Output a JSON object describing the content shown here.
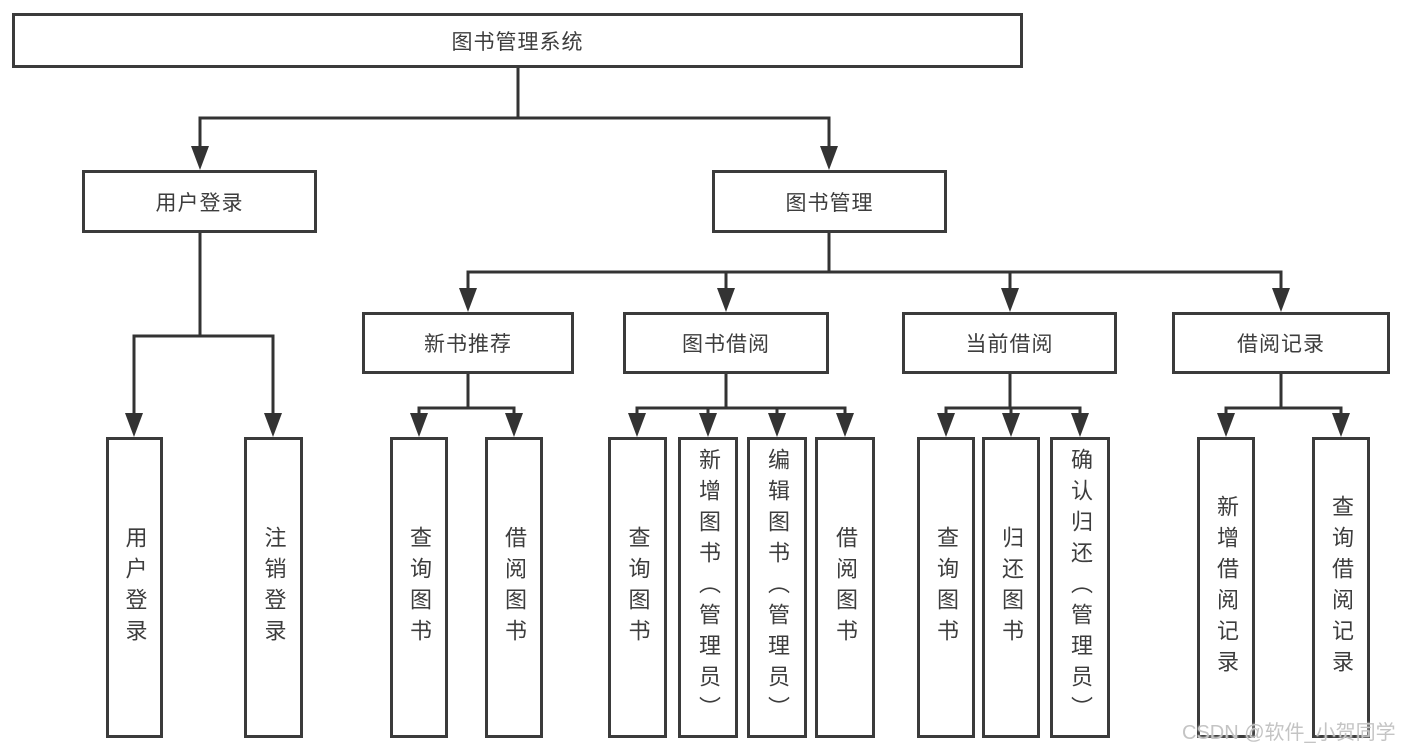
{
  "diagram": {
    "root": {
      "label": "图书管理系统"
    },
    "level2": [
      {
        "label": "用户登录"
      },
      {
        "label": "图书管理"
      }
    ],
    "level3": [
      {
        "label": "新书推荐"
      },
      {
        "label": "图书借阅"
      },
      {
        "label": "当前借阅"
      },
      {
        "label": "借阅记录"
      }
    ],
    "leaves": {
      "user_login": [
        "用户登录",
        "注销登录"
      ],
      "new_book_recommend": [
        "查询图书",
        "借阅图书"
      ],
      "book_borrow": [
        "查询图书",
        "新增图书（管理员）",
        "编辑图书（管理员）",
        "借阅图书"
      ],
      "current_borrow": [
        "查询图书",
        "归还图书",
        "确认归还（管理员）"
      ],
      "borrow_records": [
        "新增借阅记录",
        "查询借阅记录"
      ]
    }
  },
  "watermark": {
    "text": "CSDN @软件_小贺同学"
  },
  "colors": {
    "line": "#333333",
    "box_border": "#3b3b3b",
    "text": "#3d3d3d",
    "background": "#ffffff",
    "watermark": "#c4c4c4"
  }
}
